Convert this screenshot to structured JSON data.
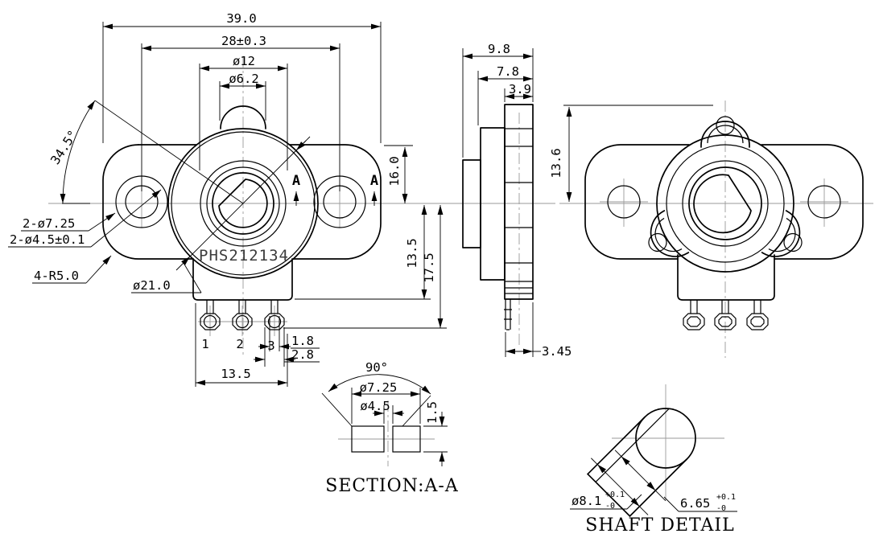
{
  "drawing": {
    "part_number": "PHS212134",
    "front": {
      "overall_width": "39.0",
      "hole_spacing": "28±0.3",
      "bushing_dia": "ø12",
      "shaft_tip_dia": "ø6.2",
      "angle": "34.5°",
      "slot_dia": "2-ø7.25",
      "hole_dia": "2-ø4.5±0.1",
      "corner_radius": "4-R5.0",
      "body_dia": "ø21.0",
      "flange_height": "16.0",
      "center_to_body_bottom": "13.5",
      "center_to_pin_shoulder": "17.5",
      "pin_slot_width": "1.8",
      "pin_hex_width": "2.8",
      "body_width": "13.5",
      "section_mark": "A",
      "pin_labels": [
        "1",
        "2",
        "3"
      ]
    },
    "side": {
      "depth_total": "9.8",
      "depth_front": "7.8",
      "depth_rear": "3.9",
      "pin_offset": "3.45"
    },
    "rear": {
      "tab_height": "13.6"
    },
    "section": {
      "chamfer_angle": "90°",
      "outer_dia": "ø7.25",
      "inner_dia": "ø4.5",
      "thickness": "1.5",
      "title": "SECTION:A-A"
    },
    "shaft": {
      "dia": "ø8.1",
      "dia_tol_plus": "+0.1",
      "dia_tol_minus": "-0",
      "flat": "6.65",
      "flat_tol_plus": "+0.1",
      "flat_tol_minus": "-0",
      "title": "SHAFT DETAIL"
    }
  }
}
